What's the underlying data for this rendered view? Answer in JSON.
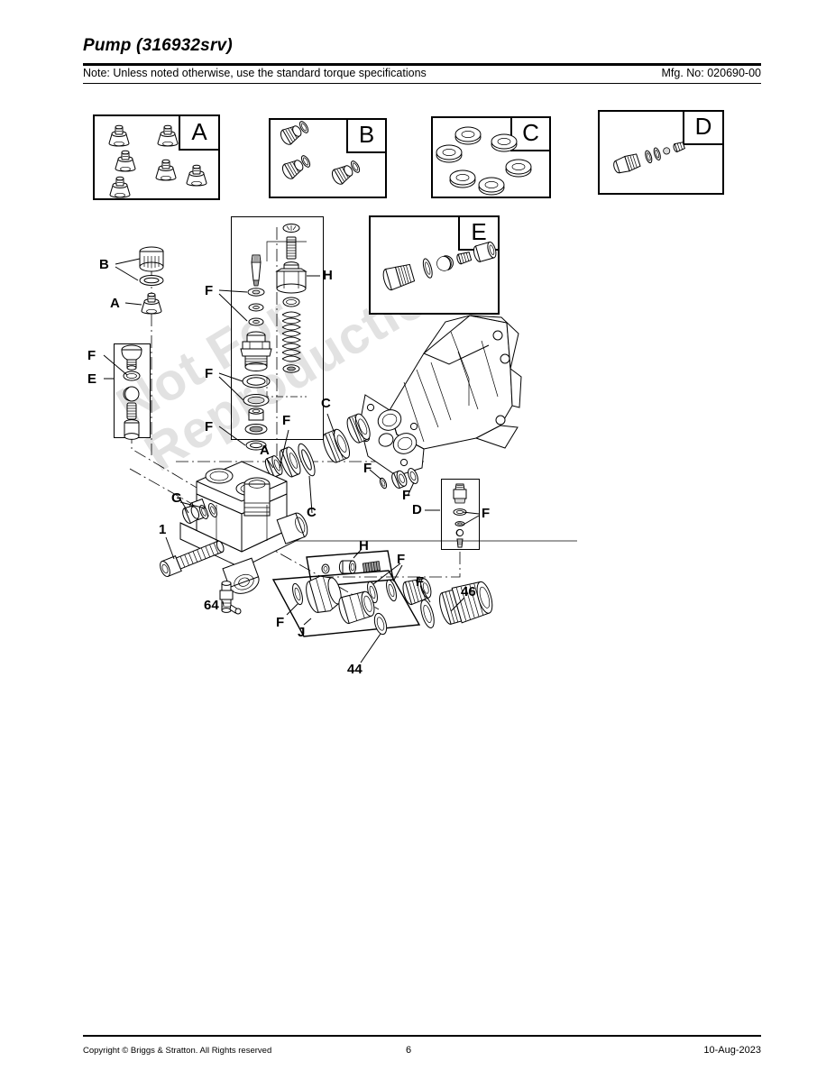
{
  "document": {
    "title": "Pump (316932srv)",
    "note": "Note: Unless noted otherwise, use the standard torque specifications",
    "mfg_no": "Mfg. No: 020690-00",
    "watermark": "Not For\nReproduction"
  },
  "footer": {
    "copyright": "Copyright ©  Briggs & Stratton. All Rights reserved",
    "page_number": "6",
    "date": "10-Aug-2023"
  },
  "kit_boxes": [
    {
      "id": "A",
      "tag": "A",
      "contents": "five valve-seat plugs"
    },
    {
      "id": "B",
      "tag": "B",
      "contents": "three threaded plugs with o-rings"
    },
    {
      "id": "C",
      "tag": "C",
      "contents": "six seal rings"
    },
    {
      "id": "D",
      "tag": "D",
      "contents": "unloader fitting with o-rings and spring"
    },
    {
      "id": "E",
      "tag": "E",
      "contents": "plug, o-ring, ball, spring and sleeve"
    }
  ],
  "callouts": [
    {
      "label": "B",
      "ref": "cap-and-oring-top"
    },
    {
      "label": "A",
      "ref": "valve-seat-plug-top"
    },
    {
      "label": "F",
      "ref": "oring-left-kit"
    },
    {
      "label": "E",
      "ref": "left-kit-box"
    },
    {
      "label": "F",
      "ref": "oring-center-upper"
    },
    {
      "label": "F",
      "ref": "oring-center-middle"
    },
    {
      "label": "F",
      "ref": "oring-center-lower"
    },
    {
      "label": "H",
      "ref": "unloader-spring-assembly"
    },
    {
      "label": "F",
      "ref": "oring-manifold-front"
    },
    {
      "label": "A",
      "ref": "valve-seat-plug-manifold"
    },
    {
      "label": "C",
      "ref": "seal-ring-upper"
    },
    {
      "label": "C",
      "ref": "seal-ring-lower"
    },
    {
      "label": "F",
      "ref": "oring-piston-left"
    },
    {
      "label": "F",
      "ref": "oring-piston-right"
    },
    {
      "label": "G",
      "ref": "plug-and-washer"
    },
    {
      "label": "1",
      "ref": "hex-socket-bolt"
    },
    {
      "label": "64",
      "ref": "chemical-injector-fitting"
    },
    {
      "label": "D",
      "ref": "unloader-kit-box"
    },
    {
      "label": "F",
      "ref": "oring-unloader-kit"
    },
    {
      "label": "H",
      "ref": "thermal-relief-strip"
    },
    {
      "label": "F",
      "ref": "oring-outlet-pair"
    },
    {
      "label": "F",
      "ref": "oring-hose-adapter"
    },
    {
      "label": "F",
      "ref": "oring-inlet"
    },
    {
      "label": "J",
      "ref": "inlet-fitting-kit-box"
    },
    {
      "label": "44",
      "ref": "inlet-screen-fitting"
    },
    {
      "label": "46",
      "ref": "outlet-adapter-fitting"
    }
  ]
}
